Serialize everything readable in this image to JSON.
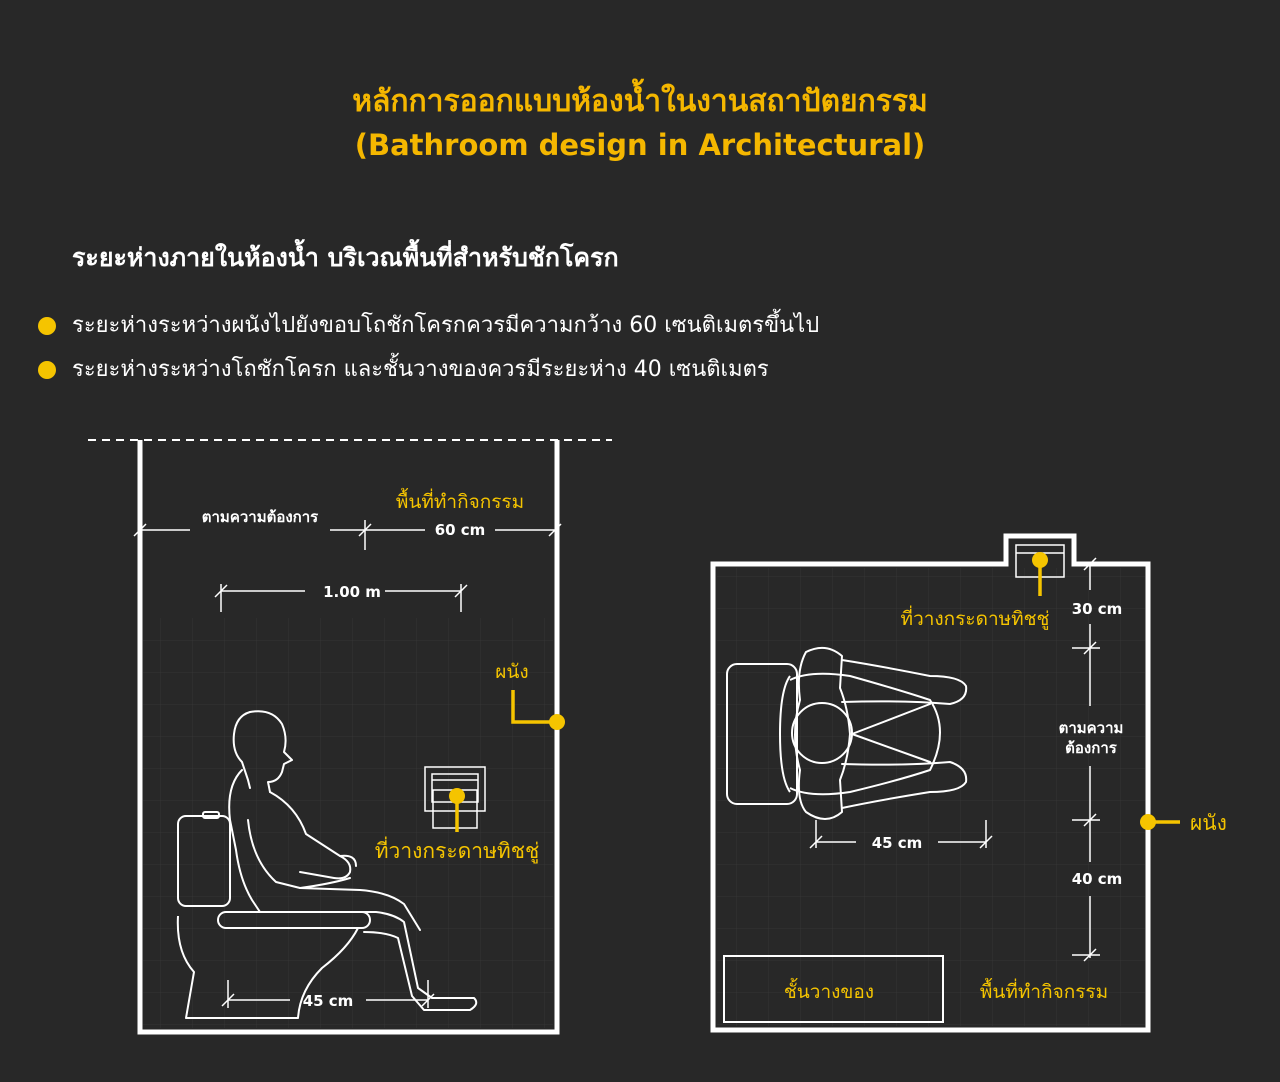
{
  "title_th": "หลักการออกแบบห้องน้ำในงานสถาปัตยกรรม",
  "title_en": "(Bathroom design in Architectural)",
  "subheading": "ระยะห่างภายในห้องน้ำ บริเวณพื้นที่สำหรับชักโครก",
  "bullets": [
    "ระยะห่างระหว่างผนังไปยังขอบโถชักโครกควรมีความกว้าง 60 เซนติเมตรขึ้นไป",
    "ระยะห่างระหว่างโถชักโครก และชั้นวางของควรมีระยะห่าง 40 เซนติเมตร"
  ],
  "colors": {
    "accent": "#f5c400",
    "title": "#f5b700",
    "background": "#282828",
    "line": "#ffffff"
  },
  "elevation": {
    "as_needed": "ตามความต้องการ",
    "activity_area": "พื้นที่ทำกิจกรรม",
    "dim_60": "60 cm",
    "dim_100": "1.00 m",
    "wall": "ผนัง",
    "tissue_holder": "ที่วางกระดาษทิชชู่",
    "dim_45": "45 cm"
  },
  "plan": {
    "tissue_holder": "ที่วางกระดาษทิชชู่",
    "dim_30": "30 cm",
    "as_needed_line1": "ตามความ",
    "as_needed_line2": "ต้องการ",
    "dim_45": "45 cm",
    "dim_40": "40 cm",
    "wall": "ผนัง",
    "shelf": "ชั้นวางของ",
    "activity_area": "พื้นที่ทำกิจกรรม"
  }
}
